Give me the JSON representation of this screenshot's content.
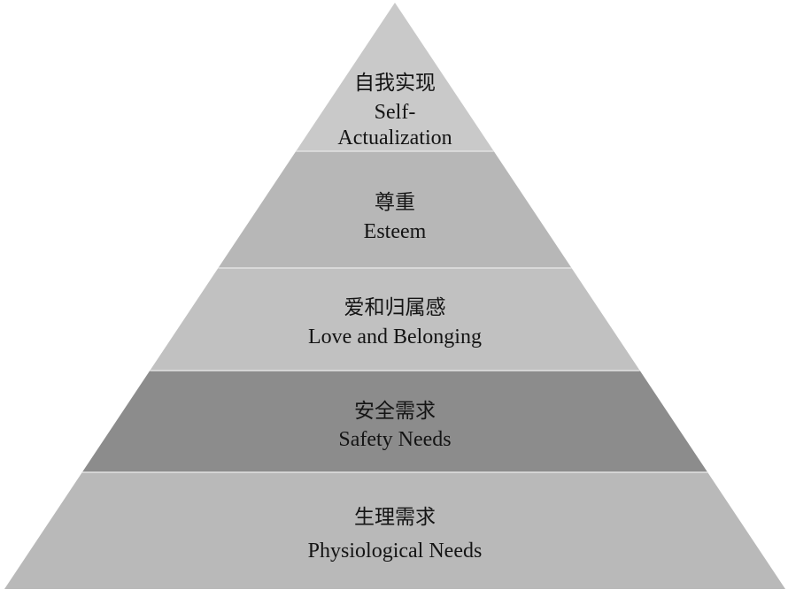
{
  "pyramid": {
    "levels": [
      {
        "id": "self-actualization",
        "zh": "自我实现",
        "en_lines": [
          "Self-",
          "Actualization"
        ],
        "fill": "#c9c9c9"
      },
      {
        "id": "esteem",
        "zh": "尊重",
        "en_lines": [
          "Esteem"
        ],
        "fill": "#b7b7b7"
      },
      {
        "id": "love-and-belonging",
        "zh": "爱和归属感",
        "en_lines": [
          "Love and Belonging"
        ],
        "fill": "#c1c1c1"
      },
      {
        "id": "safety-needs",
        "zh": "安全需求",
        "en_lines": [
          "Safety Needs"
        ],
        "fill": "#8c8c8c"
      },
      {
        "id": "physiological-needs",
        "zh": "生理需求",
        "en_lines": [
          "Physiological Needs"
        ],
        "fill": "#b9b9b9"
      }
    ],
    "divider_color": "#e2e2e2",
    "text_color": "#141414"
  }
}
